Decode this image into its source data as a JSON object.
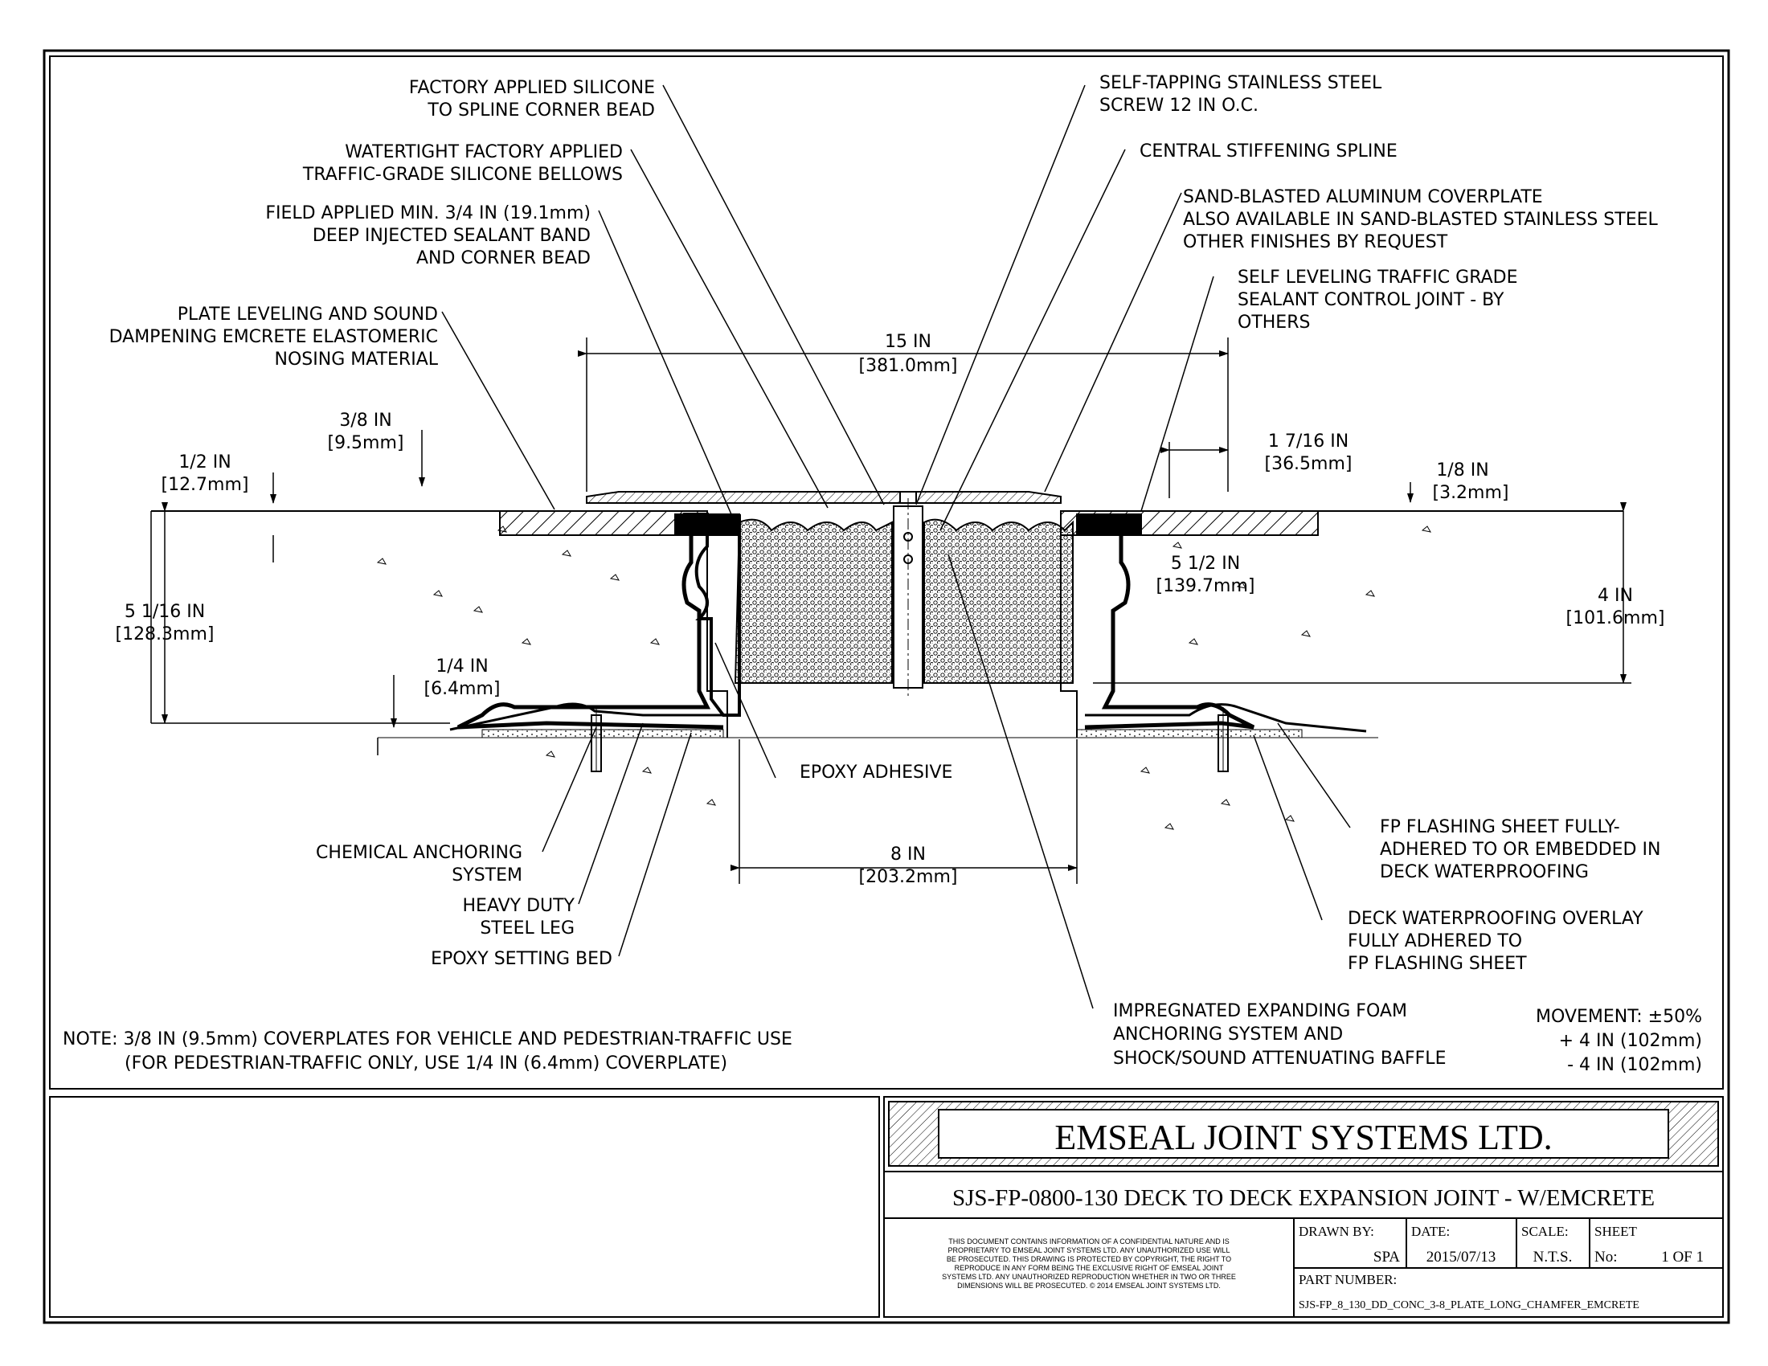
{
  "labels": {
    "factory_silicone": [
      "FACTORY APPLIED SILICONE",
      "TO SPLINE CORNER BEAD"
    ],
    "watertight": [
      "WATERTIGHT FACTORY APPLIED",
      "TRAFFIC-GRADE SILICONE BELLOWS"
    ],
    "field_applied": [
      "FIELD APPLIED MIN. 3/4 IN (19.1mm)",
      "DEEP INJECTED SEALANT BAND",
      "AND CORNER BEAD"
    ],
    "plate_leveling": [
      "PLATE LEVELING AND SOUND",
      "DAMPENING EMCRETE ELASTOMERIC",
      "NOSING MATERIAL"
    ],
    "self_tapping": [
      "SELF-TAPPING STAINLESS STEEL",
      "SCREW 12 IN O.C."
    ],
    "central_spline": [
      "CENTRAL STIFFENING SPLINE"
    ],
    "coverplate": [
      "SAND-BLASTED ALUMINUM COVERPLATE",
      "ALSO AVAILABLE IN SAND-BLASTED STAINLESS STEEL",
      "OTHER FINISHES BY REQUEST"
    ],
    "self_leveling": [
      "SELF LEVELING TRAFFIC GRADE",
      "SEALANT CONTROL JOINT - BY",
      "OTHERS"
    ],
    "epoxy_adhesive": [
      "EPOXY ADHESIVE"
    ],
    "chemical_anchoring": [
      "CHEMICAL ANCHORING",
      "SYSTEM"
    ],
    "steel_leg": [
      "HEAVY DUTY",
      "STEEL LEG"
    ],
    "epoxy_setting": [
      "EPOXY SETTING BED"
    ],
    "fp_flashing": [
      "FP FLASHING SHEET FULLY-",
      "ADHERED TO OR EMBEDDED IN",
      "DECK WATERPROOFING"
    ],
    "deck_overlay": [
      "DECK WATERPROOFING OVERLAY",
      "FULLY ADHERED TO",
      "FP FLASHING SHEET"
    ],
    "foam": [
      "IMPREGNATED EXPANDING FOAM",
      "ANCHORING SYSTEM AND",
      "SHOCK/SOUND ATTENUATING BAFFLE"
    ]
  },
  "dimensions": {
    "width_15": [
      "15 IN",
      "[381.0mm]"
    ],
    "d_3_8": [
      "3/8 IN",
      "[9.5mm]"
    ],
    "d_1_2": [
      "1/2 IN",
      "[12.7mm]"
    ],
    "d_1_7_16": [
      "1 7/16 IN",
      "[36.5mm]"
    ],
    "d_1_8": [
      "1/8 IN",
      "[3.2mm]"
    ],
    "d_5_1_2": [
      "5 1/2 IN",
      "[139.7mm]"
    ],
    "d_4": [
      "4 IN",
      "[101.6mm]"
    ],
    "d_5_1_16": [
      "5 1/16 IN",
      "[128.3mm]"
    ],
    "d_1_4": [
      "1/4 IN",
      "[6.4mm]"
    ],
    "d_8": [
      "8 IN",
      "[203.2mm]"
    ]
  },
  "note": [
    "NOTE: 3/8 IN (9.5mm) COVERPLATES FOR VEHICLE AND PEDESTRIAN-TRAFFIC USE",
    "(FOR PEDESTRIAN-TRAFFIC ONLY, USE 1/4 IN (6.4mm) COVERPLATE)"
  ],
  "movement": [
    "MOVEMENT: ±50%",
    "+ 4 IN (102mm)",
    "- 4 IN (102mm)"
  ],
  "title_block": {
    "company": "EMSEAL JOINT SYSTEMS LTD.",
    "drawing_title": "SJS-FP-0800-130 DECK TO DECK EXPANSION JOINT - W/EMCRETE",
    "disclaimer": [
      "THIS DOCUMENT CONTAINS INFORMATION OF A CONFIDENTIAL NATURE AND IS",
      "PROPRIETARY TO EMSEAL JOINT SYSTEMS LTD. ANY UNAUTHORIZED USE WILL",
      "BE PROSECUTED. THIS DRAWING IS PROTECTED BY COPYRIGHT, THE RIGHT TO",
      "REPRODUCE IN ANY FORM BEING THE EXCLUSIVE RIGHT OF EMSEAL JOINT",
      "SYSTEMS LTD. ANY UNAUTHORIZED REPRODUCTION WHETHER IN TWO OR THREE",
      "DIMENSIONS WILL BE PROSECUTED. © 2014 EMSEAL JOINT SYSTEMS LTD."
    ],
    "drawn_by_label": "DRAWN BY:",
    "drawn_by": "SPA",
    "date_label": "DATE:",
    "date": "2015/07/13",
    "scale_label": "SCALE:",
    "scale": "N.T.S.",
    "sheet_label": "SHEET",
    "sheet_no_label": "No:",
    "sheet": "1 OF 1",
    "part_number_label": "PART NUMBER:",
    "part_number": "SJS-FP_8_130_DD_CONC_3-8_PLATE_LONG_CHAMFER_EMCRETE"
  }
}
